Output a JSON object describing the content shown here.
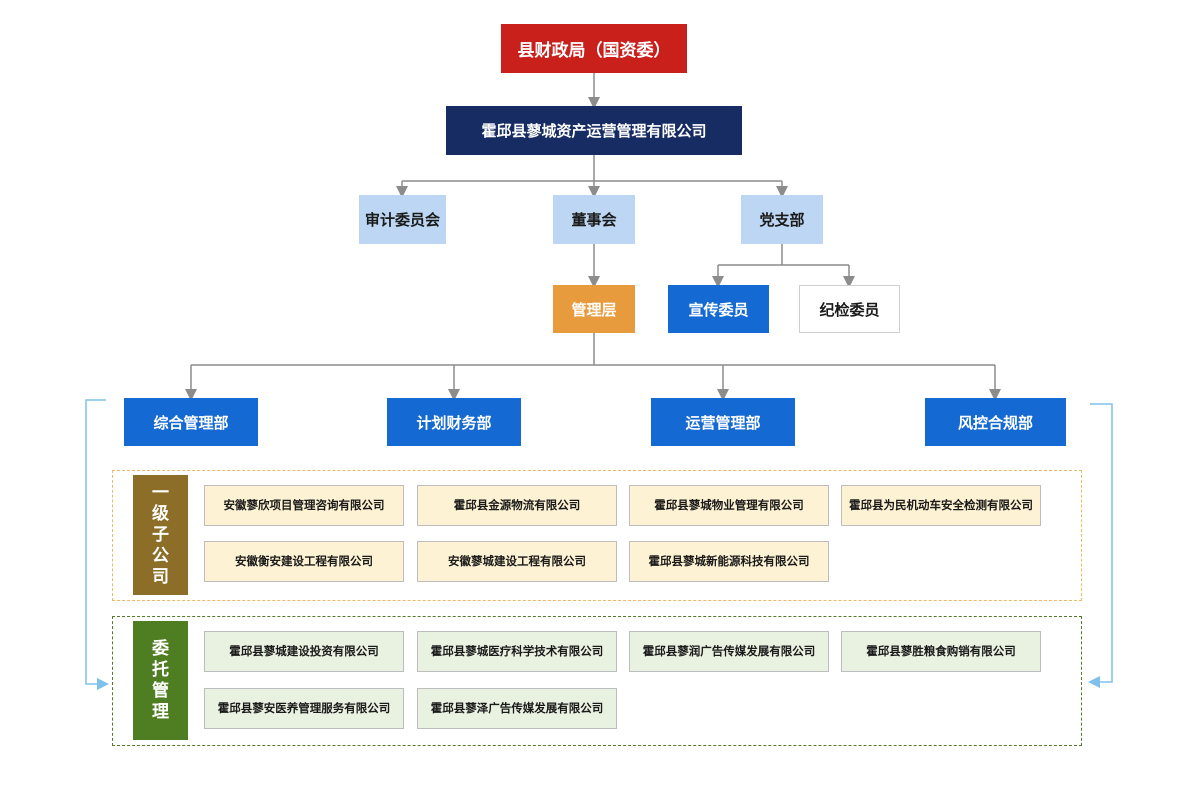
{
  "top": "县财政局（国资委）",
  "company": "霍邱县蓼城资产运营管理有限公司",
  "audit": "审计委员会",
  "board": "董事会",
  "party": "党支部",
  "management": "管理层",
  "propaganda": "宣传委员",
  "discipline": "纪检委员",
  "departments": [
    "综合管理部",
    "计划财务部",
    "运营管理部",
    "风控合规部"
  ],
  "group1": {
    "label": "一级子公司",
    "companies": [
      "安徽蓼欣项目管理咨询有限公司",
      "霍邱县金源物流有限公司",
      "霍邱县蓼城物业管理有限公司",
      "霍邱县为民机动车安全检测有限公司",
      "安徽衡安建设工程有限公司",
      "安徽蓼城建设工程有限公司",
      "霍邱县蓼城新能源科技有限公司"
    ]
  },
  "group2": {
    "label": "委托管理",
    "companies": [
      "霍邱县蓼城建设投资有限公司",
      "霍邱县蓼城医疗科学技术有限公司",
      "霍邱县蓼润广告传媒发展有限公司",
      "霍邱县蓼胜粮食购销有限公司",
      "霍邱县蓼安医养管理服务有限公司",
      "霍邱县蓼泽广告传媒发展有限公司"
    ]
  },
  "colors": {
    "top": "#c9201c",
    "company": "#172c62",
    "light_blue": "#bcd6f3",
    "management": "#e89b3d",
    "blue": "#1469d2",
    "cream": "#fdf2d3",
    "green_box": "#e9f1e1",
    "olive": "#8d6e28",
    "dark_green": "#4e7d22"
  }
}
